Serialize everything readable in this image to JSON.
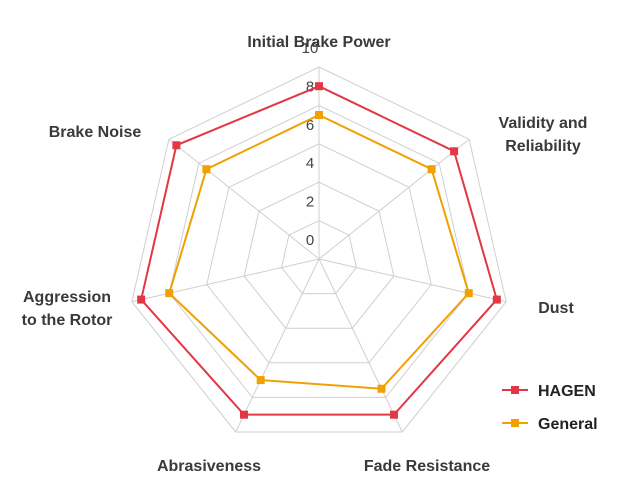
{
  "chart_data": {
    "type": "radar",
    "axes": [
      "Initial Brake Power",
      "Validity and Reliability",
      "Dust",
      "Fade Resistance",
      "Abrasiveness",
      "Aggression to the Rotor",
      "Brake Noise"
    ],
    "ticks": [
      "0",
      "2",
      "4",
      "6",
      "8",
      "10"
    ],
    "range": [
      0,
      10
    ],
    "grid": true,
    "legend_position": "bottom-right",
    "series": [
      {
        "name": "HAGEN",
        "color": "#e23744",
        "values": [
          9,
          9,
          9.5,
          9,
          9,
          9.5,
          9.5
        ]
      },
      {
        "name": "General",
        "color": "#f0a000",
        "values": [
          7.5,
          7.5,
          8,
          7.5,
          7,
          8,
          7.5
        ]
      }
    ]
  }
}
